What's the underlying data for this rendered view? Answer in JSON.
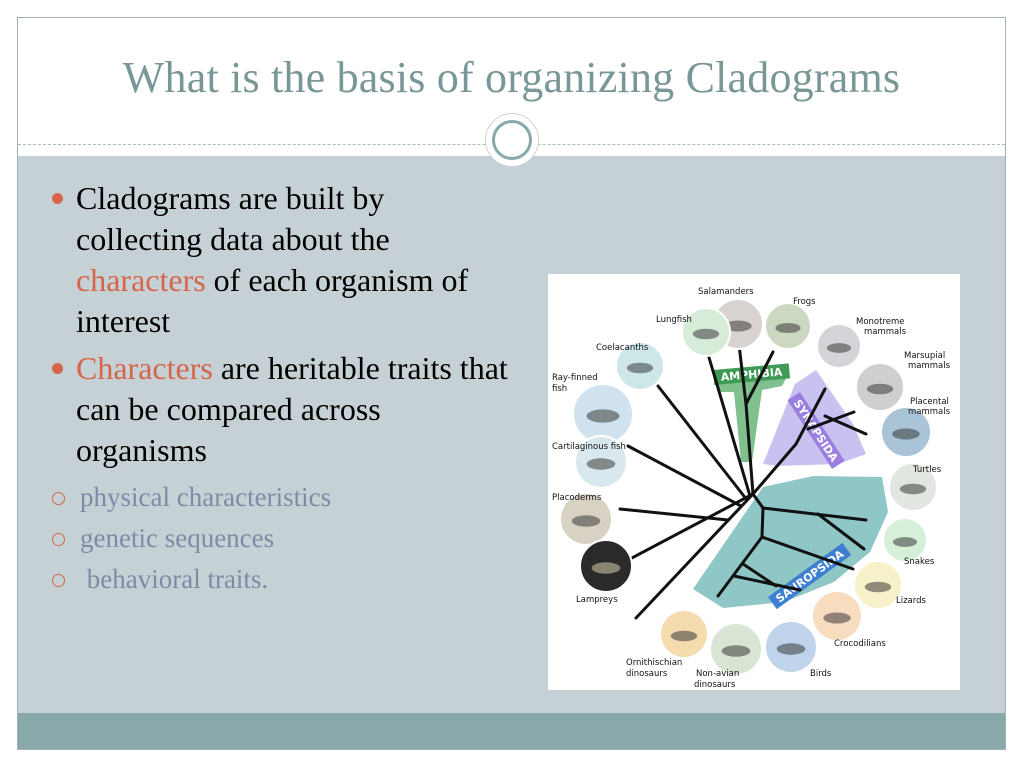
{
  "slide": {
    "title": "What is the basis of organizing Cladograms",
    "bullets": [
      {
        "parts": [
          "Cladograms are built by collecting data about the ",
          "characters",
          " of each organism of interest"
        ],
        "sub": []
      },
      {
        "parts": [
          "",
          "Characters",
          " are heritable traits that can be compared across organisms"
        ],
        "sub": [
          "physical characteristics",
          "genetic sequences",
          " behavioral traits."
        ]
      }
    ]
  },
  "colors": {
    "title": "#7a9797",
    "accent": "#d6654a",
    "content_background": "#c6d1d6",
    "footer": "#89a8aa",
    "sub_bullet_text": "#7f8aa6",
    "amphibia": "#7fc08d",
    "synapsida": "#c9c2f1",
    "sauropsida": "#8fc7c7"
  },
  "figure": {
    "clade_tags": [
      "AMPHIBIA",
      "SYNAPSIDA",
      "SAUROPSIDA"
    ],
    "organisms": [
      {
        "label": "Salamanders",
        "tint": "#d9d3cf"
      },
      {
        "label": "Frogs",
        "tint": "#cdd8c2"
      },
      {
        "label": "Lungfish",
        "tint": "#d6ecd9"
      },
      {
        "label": "Coelacanths",
        "tint": "#cde6e8"
      },
      {
        "label": "Monotreme mammals",
        "tint": "#d4d4d8"
      },
      {
        "label": "Marsupial mammals",
        "tint": "#cfcfcf"
      },
      {
        "label": "Ray-finned fish",
        "tint": "#cfe2ee"
      },
      {
        "label": "Placental mammals",
        "tint": "#a9c4d6"
      },
      {
        "label": "Cartilaginous fish",
        "tint": "#d8e8ee"
      },
      {
        "label": "Turtles",
        "tint": "#e2e6e0"
      },
      {
        "label": "Placoderms",
        "tint": "#d8d2c4"
      },
      {
        "label": "Snakes",
        "tint": "#d6efd9"
      },
      {
        "label": "Lizards",
        "tint": "#f6f1c8"
      },
      {
        "label": "Lampreys",
        "tint": "#2a2a2a"
      },
      {
        "label": "Crocodilians",
        "tint": "#f7dcc0"
      },
      {
        "label": "Ornithischian dinosaurs",
        "tint": "#f4dcae"
      },
      {
        "label": "Non-avian dinosaurs",
        "tint": "#d7e5d2"
      },
      {
        "label": "Birds",
        "tint": "#bfd4ea"
      }
    ]
  }
}
